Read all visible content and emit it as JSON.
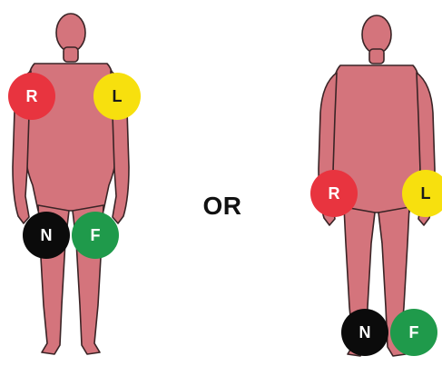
{
  "separator_text": "OR",
  "colors": {
    "body": "#d4747c",
    "body_outline": "#3a2426",
    "r": "#e8343f",
    "l": "#f7e00e",
    "n": "#0b0b0b",
    "f": "#1f9a4b"
  },
  "figures": [
    {
      "leads": [
        {
          "label": "R"
        },
        {
          "label": "L"
        },
        {
          "label": "N"
        },
        {
          "label": "F"
        }
      ]
    },
    {
      "leads": [
        {
          "label": "R"
        },
        {
          "label": "L"
        },
        {
          "label": "N"
        },
        {
          "label": "F"
        }
      ]
    }
  ]
}
